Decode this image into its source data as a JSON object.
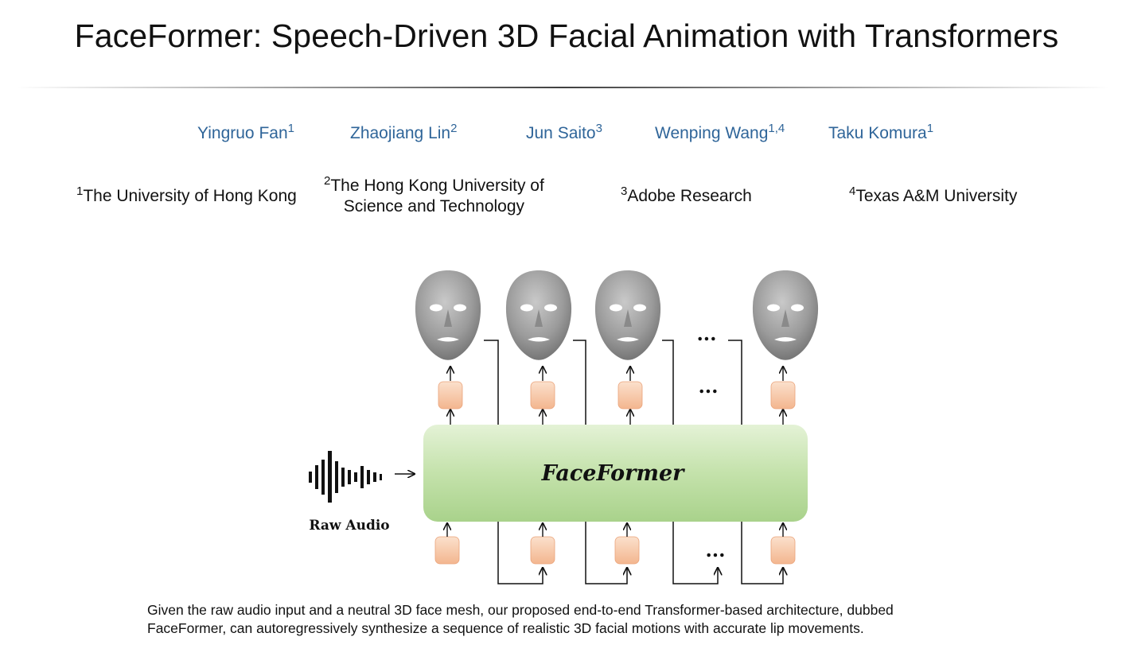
{
  "page": {
    "title": "FaceFormer: Speech-Driven 3D Facial Animation with Transformers"
  },
  "authors": [
    {
      "name": "Yingruo Fan",
      "sup": "1"
    },
    {
      "name": "Zhaojiang Lin",
      "sup": "2"
    },
    {
      "name": "Jun Saito",
      "sup": "3"
    },
    {
      "name": "Wenping Wang",
      "sup": "1,4"
    },
    {
      "name": "Taku Komura",
      "sup": "1"
    }
  ],
  "affiliations": [
    {
      "sup": "1",
      "line1": "The University of Hong Kong"
    },
    {
      "sup": "2",
      "line1": "The Hong Kong University of",
      "line2": "Science and Technology"
    },
    {
      "sup": "3",
      "line1": "Adobe Research"
    },
    {
      "sup": "4",
      "line1": "Texas A&M University"
    }
  ],
  "figure": {
    "model_label": "FaceFormer",
    "audio_label": "Raw Audio",
    "ellipsis": "...",
    "colors": {
      "model_box_top": "#d9ecc7",
      "model_box_bottom": "#b7d99c",
      "token_fill": "#f6c7a6",
      "token_edge": "#e79a6b",
      "face_gray": "#9a9a9a"
    }
  },
  "caption": "Given the raw audio input and a neutral 3D face mesh, our proposed end-to-end Transformer-based architecture, dubbed FaceFormer, can autoregressively synthesize a sequence of realistic 3D facial motions with accurate lip movements."
}
